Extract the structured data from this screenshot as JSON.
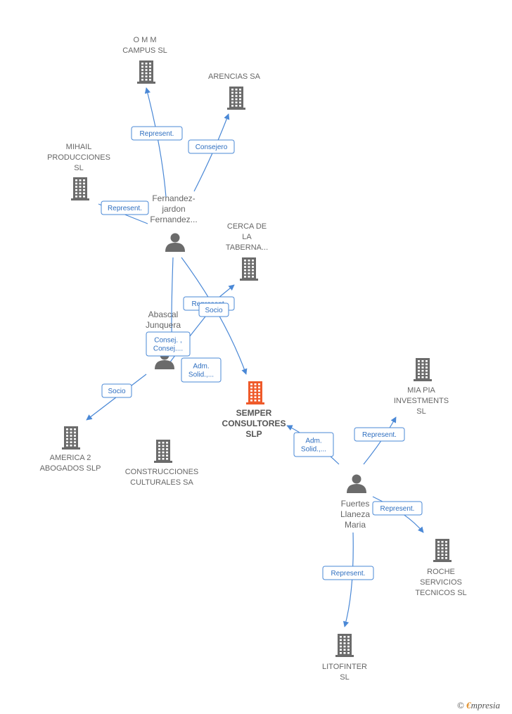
{
  "colors": {
    "edge": "#4a88d6",
    "building": "#6b6b6b",
    "building_main": "#ef5a2a",
    "person": "#6b6b6b",
    "label_text": "#666666"
  },
  "nodes": [
    {
      "id": "omm",
      "type": "company",
      "lines": [
        "O M M",
        "CAMPUS  SL"
      ]
    },
    {
      "id": "arencias",
      "type": "company",
      "lines": [
        "ARENCIAS SA"
      ]
    },
    {
      "id": "mihail",
      "type": "company",
      "lines": [
        "MIHAIL",
        "PRODUCCIONES",
        "SL"
      ]
    },
    {
      "id": "fernandez",
      "type": "person",
      "lines": [
        "Fernandez-",
        "jardon",
        "Fernandez..."
      ]
    },
    {
      "id": "cerca",
      "type": "company",
      "lines": [
        "CERCA DE",
        "LA",
        "TABERNA..."
      ]
    },
    {
      "id": "abascal",
      "type": "person",
      "lines": [
        "Abascal",
        "Junquera"
      ]
    },
    {
      "id": "semper",
      "type": "company_main",
      "lines": [
        "SEMPER",
        "CONSULTORES",
        "SLP"
      ]
    },
    {
      "id": "miapia",
      "type": "company",
      "lines": [
        "MIA PIA",
        "INVESTMENTS",
        "SL"
      ]
    },
    {
      "id": "america",
      "type": "company",
      "lines": [
        "AMERICA 2",
        "ABOGADOS  SLP"
      ]
    },
    {
      "id": "construcciones",
      "type": "company",
      "lines": [
        "CONSTRUCCIONES",
        "CULTURALES SA"
      ]
    },
    {
      "id": "fuertes",
      "type": "person",
      "lines": [
        "Fuertes",
        "Llaneza",
        "Maria"
      ]
    },
    {
      "id": "roche",
      "type": "company",
      "lines": [
        "ROCHE",
        "SERVICIOS",
        "TECNICOS  SL"
      ]
    },
    {
      "id": "litofinter",
      "type": "company",
      "lines": [
        "LITOFINTER",
        "SL"
      ]
    }
  ],
  "edges": [
    {
      "id": "e1",
      "label": [
        "Represent."
      ]
    },
    {
      "id": "e2",
      "label": [
        "Consejero"
      ]
    },
    {
      "id": "e3",
      "label": [
        "Represent."
      ]
    },
    {
      "id": "e4",
      "label": [
        "Represent."
      ]
    },
    {
      "id": "e5",
      "label": [
        "Socio"
      ]
    },
    {
      "id": "e6",
      "label": [
        "Consej. ,",
        "Consej...."
      ]
    },
    {
      "id": "e7",
      "label": [
        "Adm.",
        "Solid.,..."
      ]
    },
    {
      "id": "e8",
      "label": [
        "Socio"
      ]
    },
    {
      "id": "e9",
      "label": [
        "Adm.",
        "Solid.,..."
      ]
    },
    {
      "id": "e10",
      "label": [
        "Represent."
      ]
    },
    {
      "id": "e11",
      "label": [
        "Represent."
      ]
    },
    {
      "id": "e12",
      "label": [
        "Represent."
      ]
    }
  ],
  "brand": {
    "copyright": "©",
    "first": "€",
    "rest": "mpresia"
  }
}
